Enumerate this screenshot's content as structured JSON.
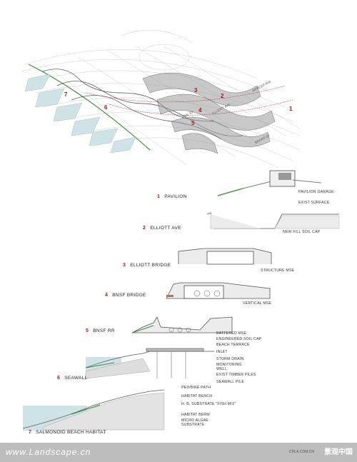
{
  "sections": [
    {
      "num": "1",
      "title": "PAVILION",
      "labels": [
        "PAVILION GARAGE",
        "EXIST SURFACE"
      ]
    },
    {
      "num": "2",
      "title": "ELLIOTT AVE",
      "labels": [
        "NEW FILL SOIL CAP"
      ]
    },
    {
      "num": "3",
      "title": "ELLIOTT BRIDGE",
      "labels": [
        "STRUCTURE MSE"
      ]
    },
    {
      "num": "4",
      "title": "BNSF BRIDGE",
      "labels": [
        "VERTICAL MSE"
      ]
    },
    {
      "num": "5",
      "title": "BNSF RR",
      "labels": [
        "BATTERED MSE",
        "ENGINEERED SOIL CAP"
      ]
    },
    {
      "num": "6",
      "title": "SEAWALL",
      "labels": [
        "BEACH TERRACE",
        "INLET",
        "STORM DRAIN",
        "MONITORING WELL",
        "EXIST TIMBER PILES",
        "SEAWALL PILE"
      ]
    },
    {
      "num": "7",
      "title": "SALMONOID BEACH HABITAT",
      "labels": [
        "PED/BIKE PATH",
        "HABITAT BENCH",
        "H. B. SUBSTRATE \"FISH MIX\"",
        "HABITAT BERM",
        "MICRO ALGAE SUBSTRATE"
      ]
    }
  ],
  "map": {
    "numbers": [
      "7",
      "6",
      "5",
      "4",
      "3",
      "2",
      "1"
    ],
    "streets": [
      "MERCER AVE",
      "ELLIOTT AVE",
      "PINE ST",
      "BROAD ST"
    ]
  },
  "footer": {
    "left": "www.Landscape.cn",
    "right": "景观中国",
    "site": "CHLA.COM.CN"
  },
  "colors": {
    "ground": "#7a7a7a",
    "green_line": "#3c8c3c",
    "water": "#cfe3e6",
    "red": "#b01820"
  }
}
